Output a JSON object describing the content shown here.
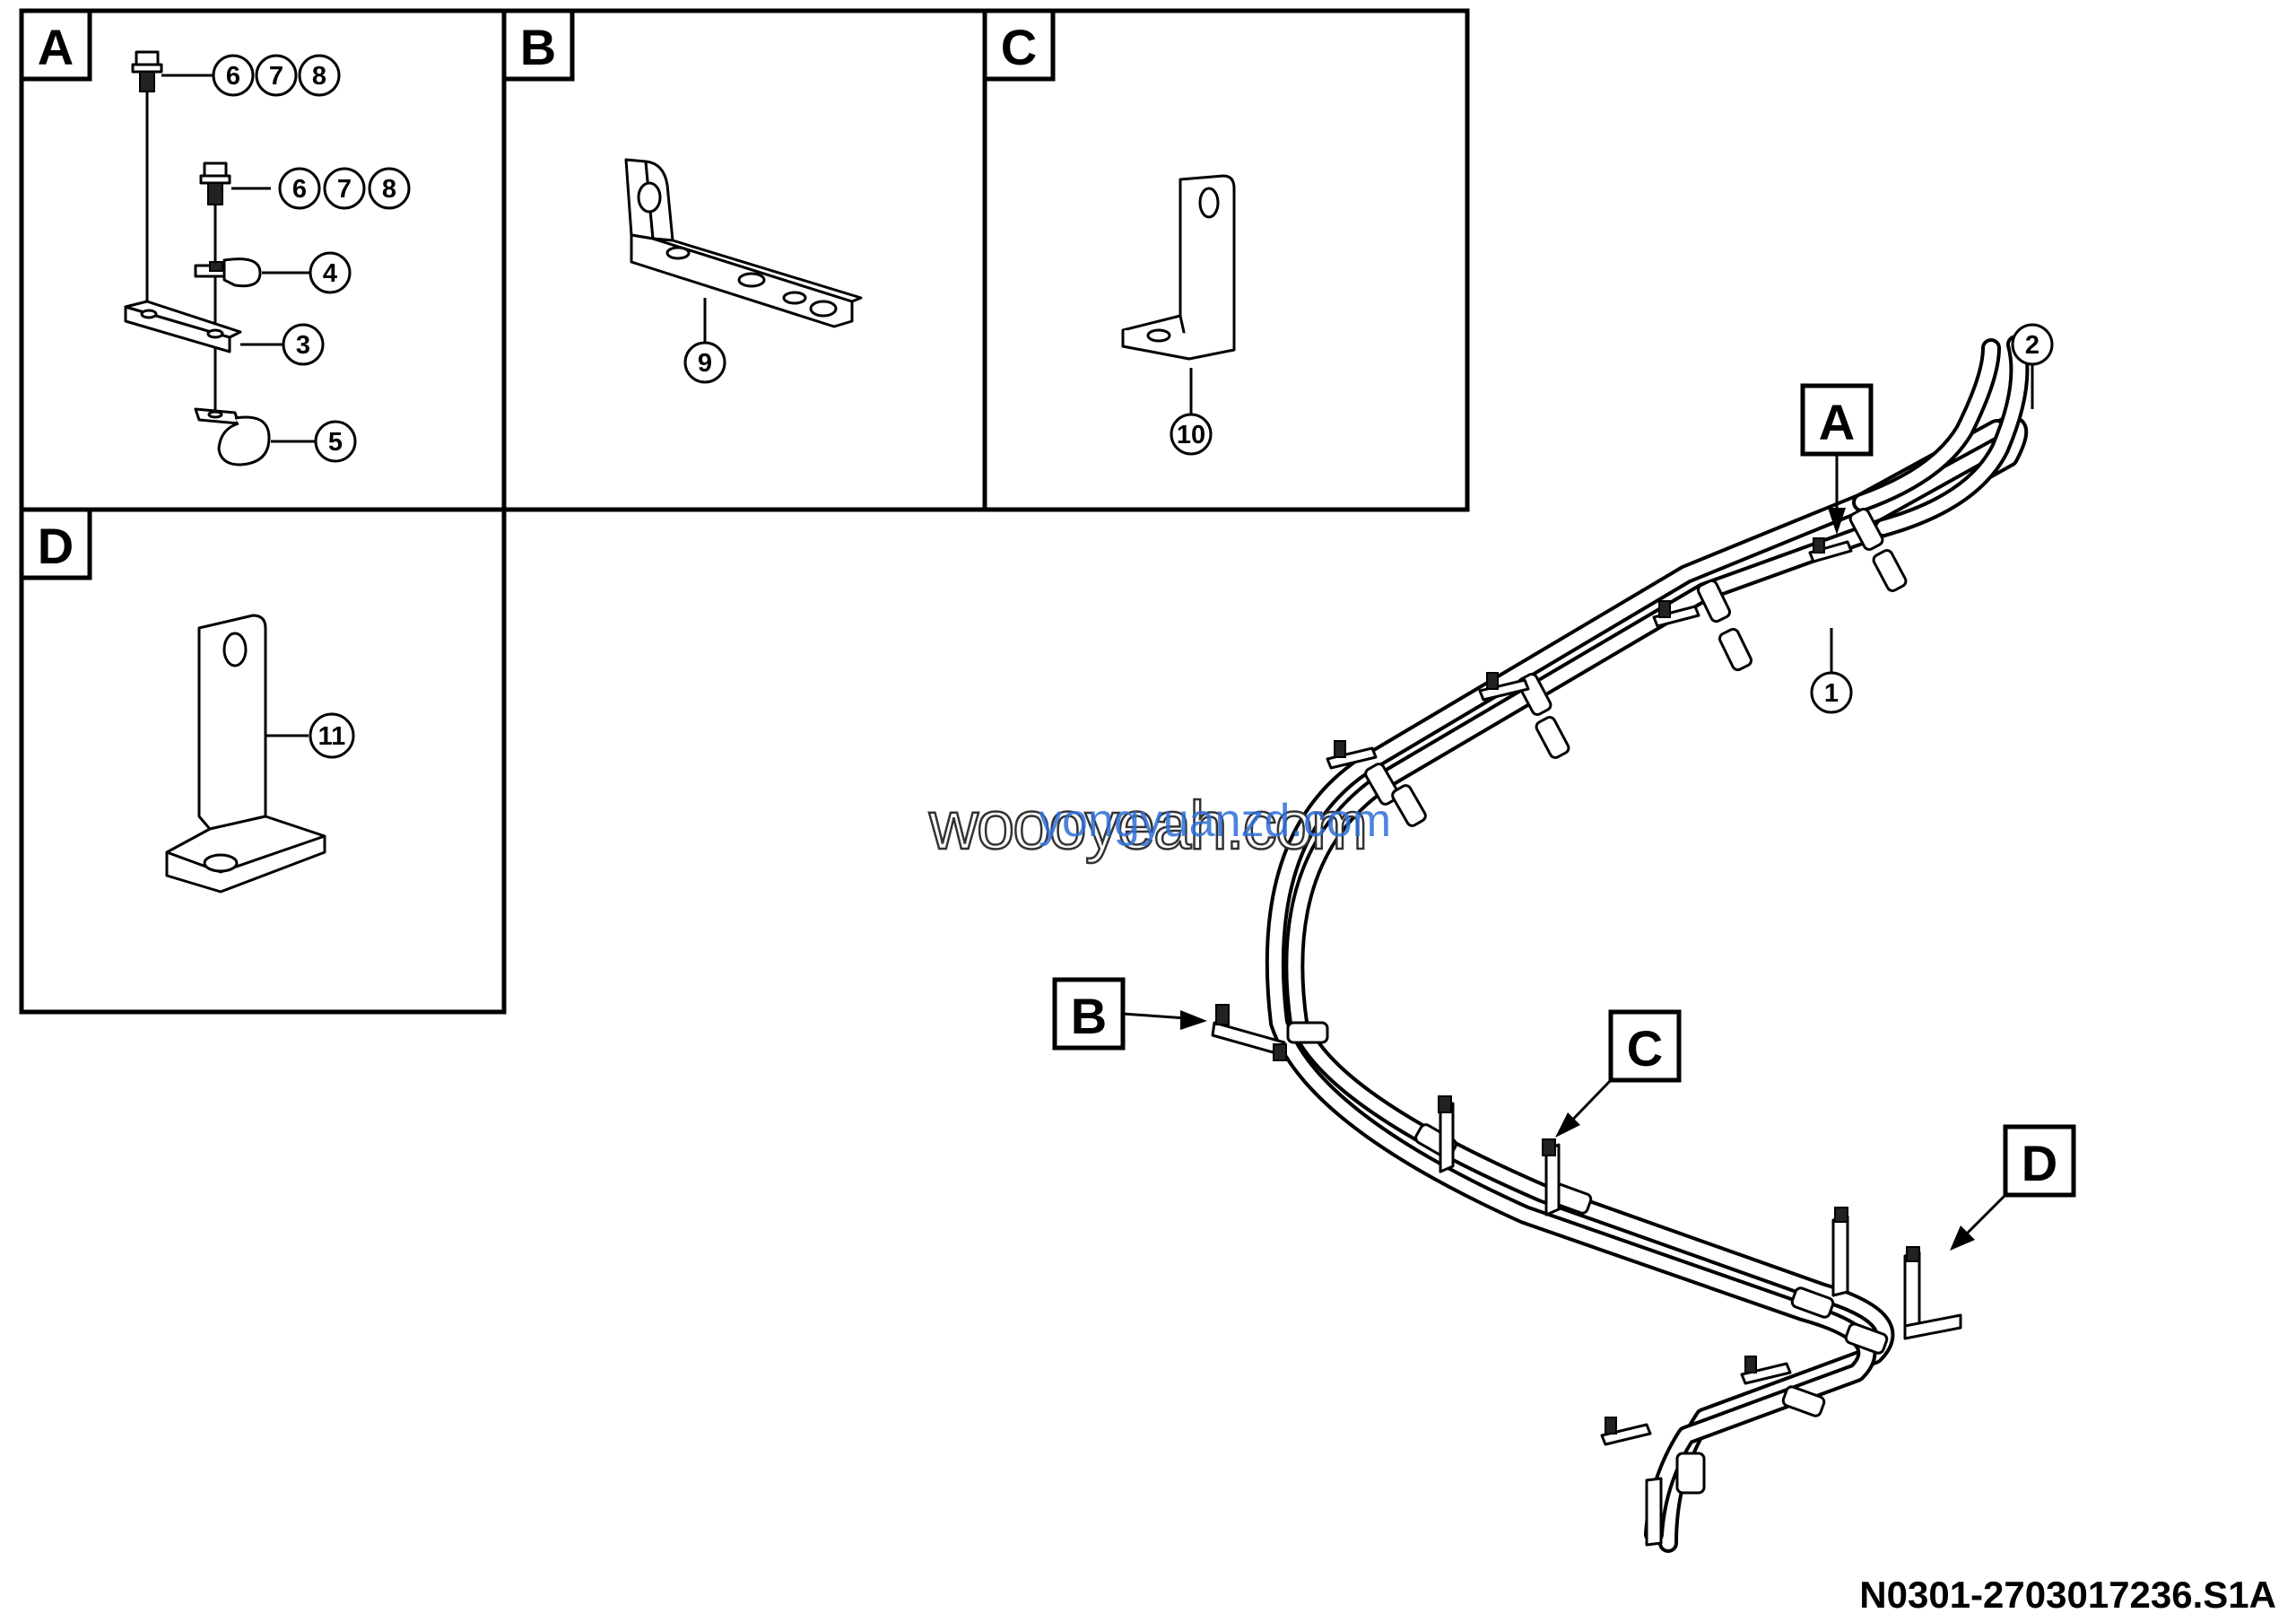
{
  "panels": [
    {
      "tag": "A"
    },
    {
      "tag": "B"
    },
    {
      "tag": "C"
    },
    {
      "tag": "D"
    }
  ],
  "callouts": {
    "bolt_upper": [
      "6",
      "7",
      "8"
    ],
    "bolt_lower": [
      "6",
      "7",
      "8"
    ],
    "clip": "4",
    "plate": "3",
    "clamp": "5",
    "bracket_b": "9",
    "bracket_c": "10",
    "bracket_d": "11",
    "hose_assembly": "1",
    "hose_end": "2"
  },
  "assembly_tags": {
    "a": "A",
    "b": "B",
    "c": "C",
    "d": "D"
  },
  "watermark": {
    "primary": "woooyeah.com",
    "secondary": "yongyuanzd.com"
  },
  "document_code": "N0301-2703017236.S1A"
}
